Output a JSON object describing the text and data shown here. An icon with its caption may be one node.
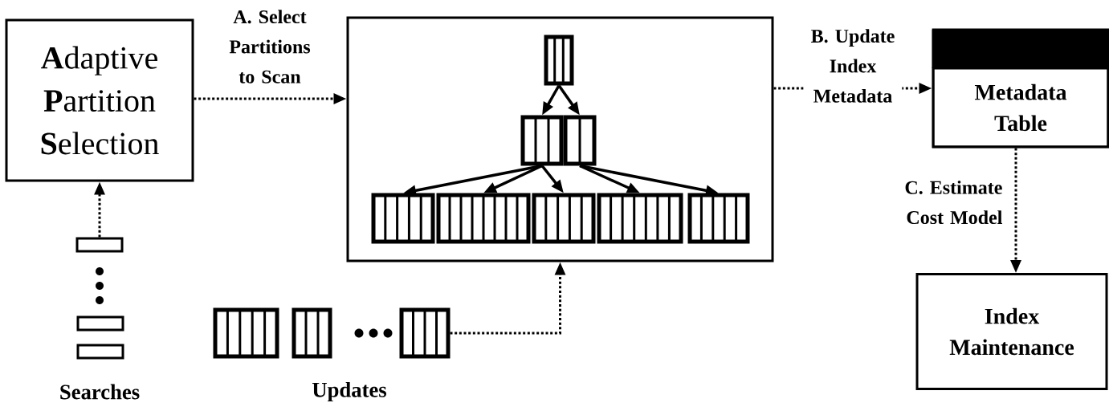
{
  "diagram": {
    "nodes": [
      {
        "text": [
          "**A**daptive **P**artition **S**election"
        ]
      },
      {
        "text": [],
        "shape": "box"
      },
      {
        "text": [],
        "shape": "box",
        "in": 1
      },
      {
        "text": [],
        "shape": "box",
        "in": 1
      },
      {
        "text": [],
        "shape": "box",
        "in": 1
      },
      {
        "text": [],
        "shape": "box",
        "in": 1
      },
      {
        "text": [],
        "shape": "box",
        "in": 1
      },
      {
        "text": [],
        "shape": "box",
        "in": 1
      },
      {
        "text": [],
        "shape": "box",
        "in": 1
      },
      {
        "text": [],
        "shape": "box",
        "in": 1
      },
      {
        "text": [
          "Metadata Table"
        ]
      },
      {
        "text": [
          "Index Maintenance"
        ]
      },
      {
        "text": [],
        "shape": "box"
      },
      {
        "text": [],
        "shape": "box"
      }
    ],
    "edges": [
      {
        "from": 0,
        "to": 1,
        "arrow": "to",
        "label": "A. Select Partitions to Scan",
        "style": "dashed"
      },
      {
        "from": 1,
        "to": 10,
        "arrow": "to",
        "label": "B. Update Index Metadata",
        "style": "dashed"
      },
      {
        "from": 10,
        "to": 11,
        "arrow": "to",
        "label": "C. Estimate Cost Model",
        "style": "dashed"
      },
      {
        "from": 12,
        "to": 0,
        "arrow": "to",
        "style": "dashed"
      },
      {
        "from": 13,
        "to": 1,
        "arrow": "to",
        "style": "dashed"
      },
      {
        "from": 2,
        "to": 3,
        "arrow": "to"
      },
      {
        "from": 2,
        "to": 4,
        "arrow": "to"
      },
      {
        "from": 3,
        "to": 5,
        "arrow": "to"
      },
      {
        "from": 3,
        "to": 6,
        "arrow": "to"
      },
      {
        "from": 3,
        "to": 7,
        "arrow": "to"
      },
      {
        "from": 4,
        "to": 8,
        "arrow": "to"
      },
      {
        "from": 4,
        "to": 9,
        "arrow": "to"
      }
    ],
    "labels": [
      "Searches",
      "Updates"
    ]
  }
}
